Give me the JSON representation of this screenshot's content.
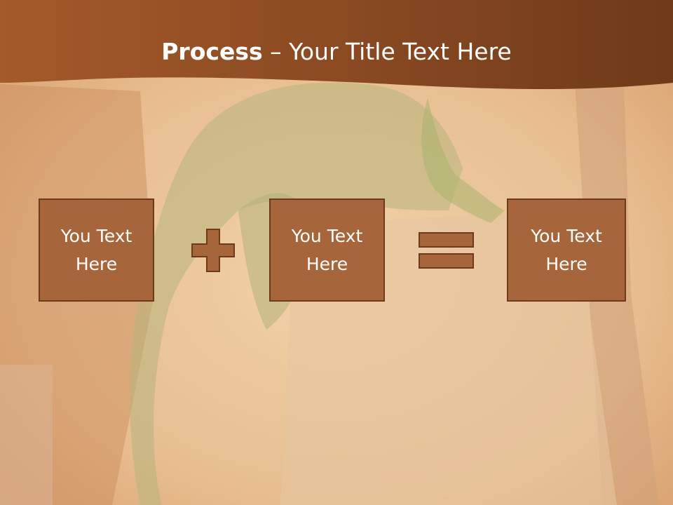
{
  "title": {
    "bold": "Process",
    "rest": " – Your Title Text Here"
  },
  "boxes": [
    {
      "text": "You Text Here"
    },
    {
      "text": "You Text Here"
    },
    {
      "text": "You Text Here"
    }
  ],
  "operators": [
    "plus-icon",
    "equals-icon"
  ],
  "colors": {
    "header": "#8a4a22",
    "box_fill": "#a6653a",
    "box_border": "#6d3a1c",
    "operator_fill": "#a6653a",
    "text": "#ffffff"
  }
}
